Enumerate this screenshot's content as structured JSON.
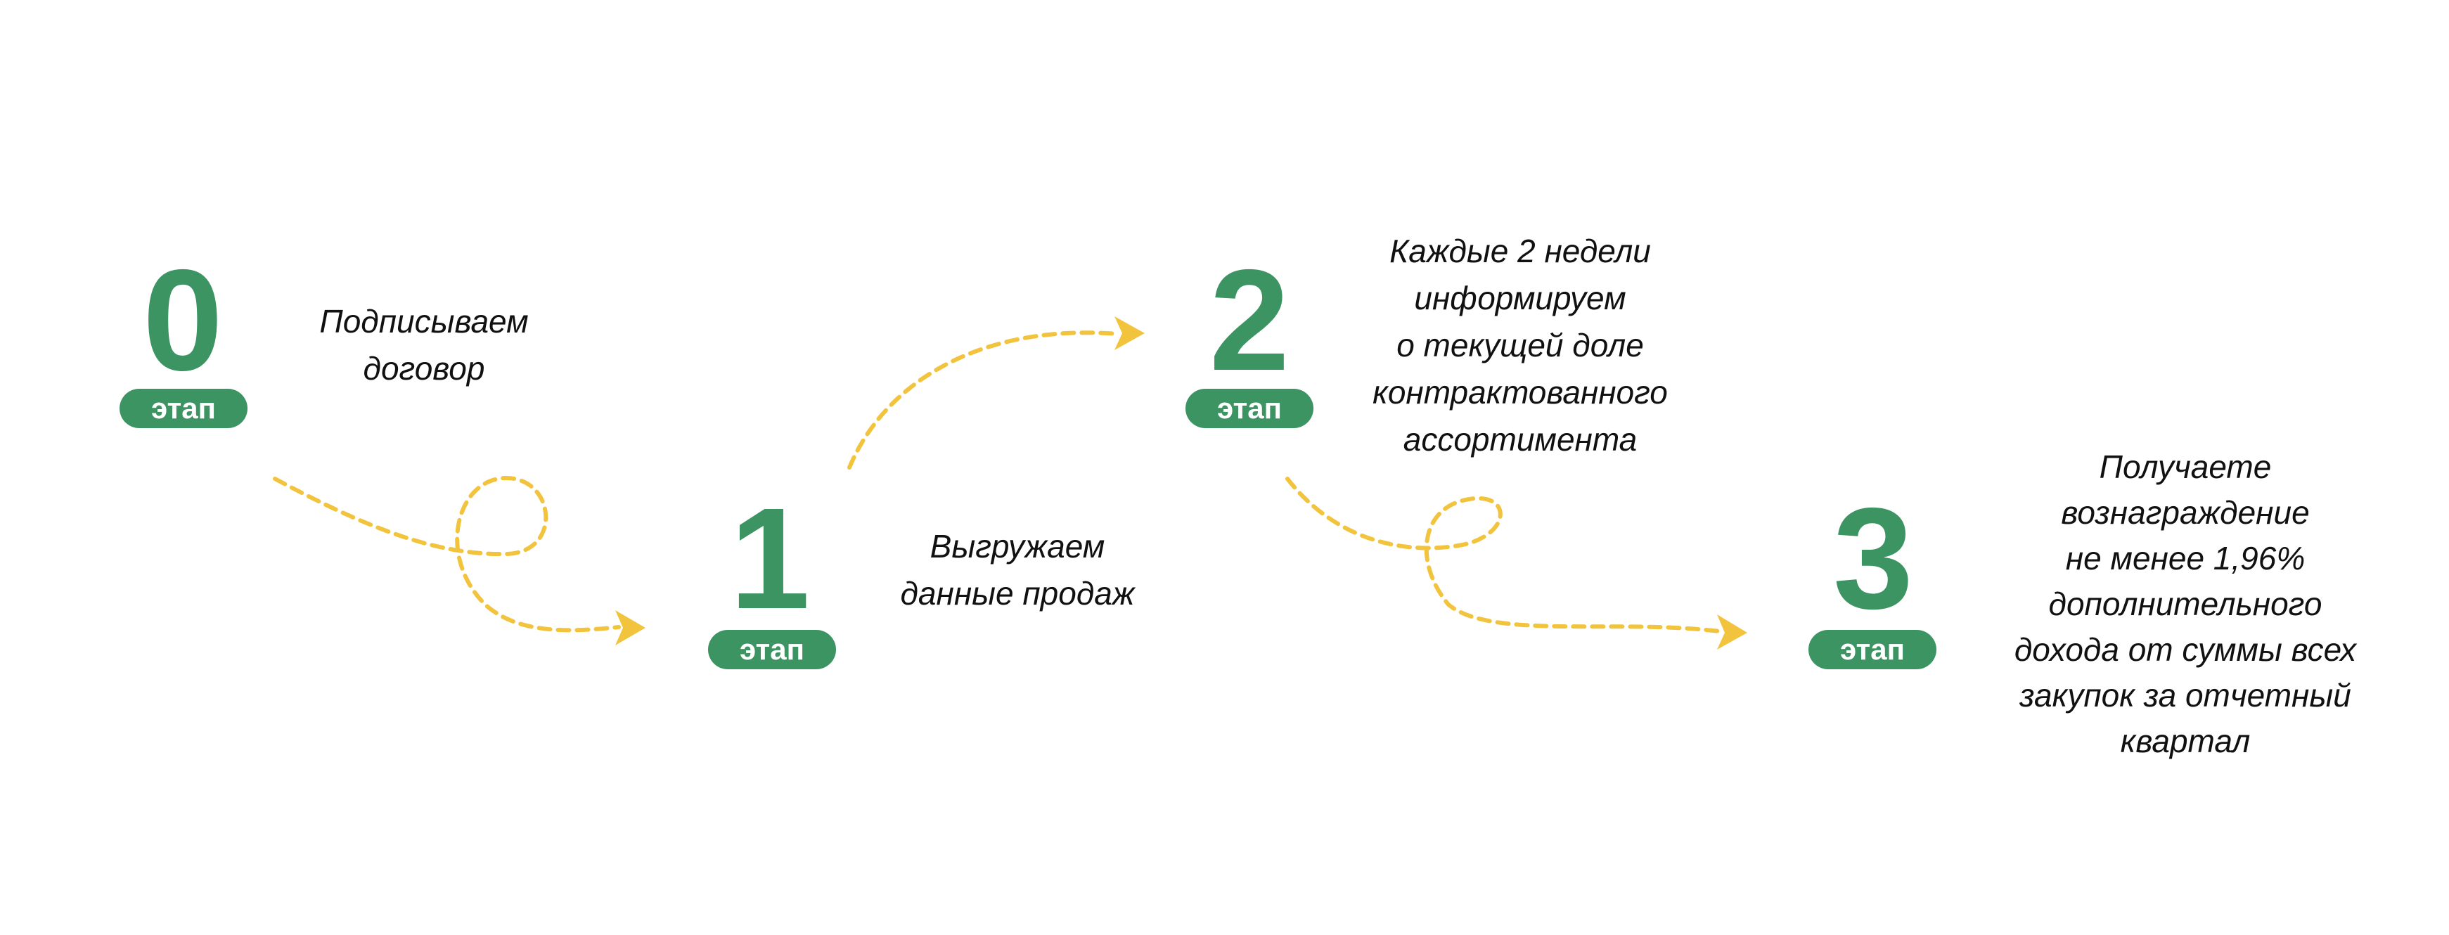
{
  "colors": {
    "green": "#3d9463",
    "arrow": "#f2c33c",
    "text": "#111111"
  },
  "steps": [
    {
      "number": "0",
      "badge": "этап",
      "lines": [
        "Подписываем",
        "договор"
      ]
    },
    {
      "number": "1",
      "badge": "этап",
      "lines": [
        "Выгружаем",
        "данные продаж"
      ]
    },
    {
      "number": "2",
      "badge": "этап",
      "lines": [
        "Каждые 2 недели",
        "информируем",
        "о текущей доле",
        "контрактованного",
        "ассортимента"
      ]
    },
    {
      "number": "3",
      "badge": "этап",
      "lines": [
        "Получаете",
        "вознаграждение",
        "не менее 1,96%",
        "дополнительного",
        "дохода от суммы всех",
        "закупок за отчетный",
        "квартал"
      ]
    }
  ]
}
